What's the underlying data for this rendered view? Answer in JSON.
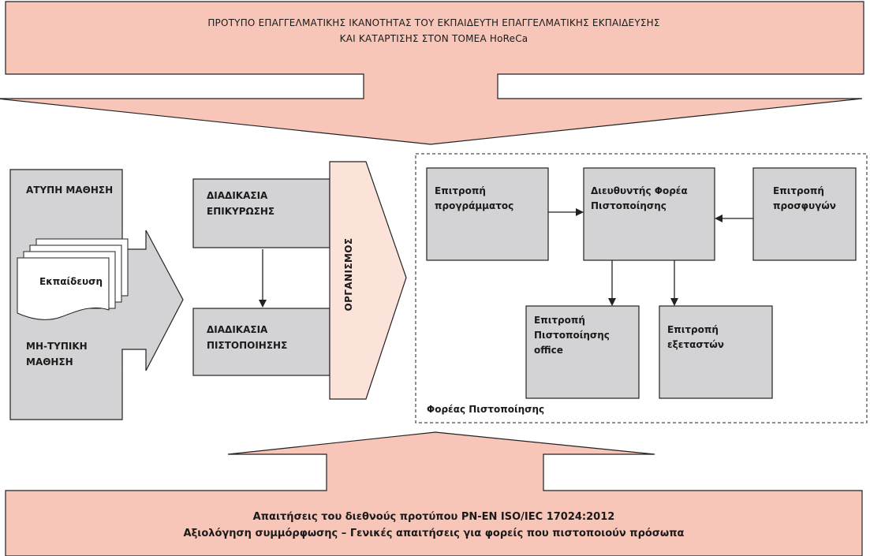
{
  "top_banner": {
    "line1": "ΠΡΟΤΥΠΟ ΕΠΑΓΓΕΛΜΑΤΙΚΗΣ ΙΚΑΝΟΤΗΤΑΣ ΤΟΥ ΕΚΠΑΙΔΕΥΤΗ ΕΠΑΓΓΕΛΜΑΤΙΚΗΣ ΕΚΠΑΙΔΕΥΣΗΣ",
    "line2": "ΚΑΙ ΚΑΤΑΡΤΙΣΗΣ ΣΤΟΝ ΤΟΜΕΑ HoReCa"
  },
  "learning": {
    "informal": "ΑΤΥΠΗ ΜΑΘΗΣΗ",
    "document": "Εκπαίδευση",
    "nonformal_line1": "ΜΗ-ΤΥΠΙΚΗ",
    "nonformal_line2": "ΜΑΘΗΣΗ"
  },
  "process": {
    "validation_line1": "ΔΙΑΔΙΚΑΣΙΑ",
    "validation_line2": "ΕΠΙΚΥΡΩΣΗΣ",
    "certification_line1": "ΔΙΑΔΙΚΑΣΙΑ",
    "certification_line2": "ΠΙΣΤΟΠΟΙΗΣΗΣ",
    "organization": "ΟΡΓΑΝΙΣΜΟΣ"
  },
  "certification_body": {
    "label": "Φορέας Πιστοποίησης",
    "program_committee_line1": "Επιτροπή",
    "program_committee_line2": "προγράμματος",
    "director_line1": "Διευθυντής Φορέα",
    "director_line2": "Πιστοποίησης",
    "appeals_committee_line1": "Επιτροπή",
    "appeals_committee_line2": "προσφυγών",
    "cert_office_line1": "Επιτροπή",
    "cert_office_line2": "Πιστοποίησης",
    "cert_office_line3": "office",
    "examiners_line1": "Επιτροπή",
    "examiners_line2": "εξεταστών"
  },
  "bottom_banner": {
    "line1": "Απαιτήσεις του διεθνούς προτύπου PN-EN ISO/IEC 17024:2012",
    "line2": "Αξιολόγηση συμμόρφωσης – Γενικές απαιτήσεις για φορείς που  πιστοποιούν πρόσωπα"
  },
  "colors": {
    "salmon": "#f8c6b8",
    "salmon_light": "#fce3da",
    "gray": "#d3d3d5",
    "border": "#222222"
  }
}
